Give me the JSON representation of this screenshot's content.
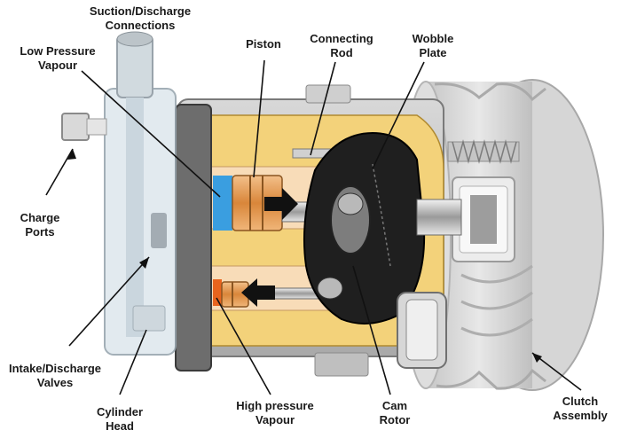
{
  "labels": {
    "suction_discharge": [
      "Suction/Discharge",
      "Connections"
    ],
    "low_pressure": [
      "Low Pressure",
      "Vapour"
    ],
    "piston": [
      "Piston"
    ],
    "connecting_rod": [
      "Connecting",
      "Rod"
    ],
    "wobble_plate": [
      "Wobble",
      "Plate"
    ],
    "charge_ports": [
      "Charge",
      "Ports"
    ],
    "intake_discharge": [
      "Intake/Discharge",
      "Valves"
    ],
    "cylinder_head": [
      "Cylinder",
      "Head"
    ],
    "high_pressure": [
      "High pressure",
      "Vapour"
    ],
    "cam_rotor": [
      "Cam",
      "Rotor"
    ],
    "clutch_assembly": [
      "Clutch",
      "Assembly"
    ]
  },
  "colors": {
    "low_pressure_fill": "#3a9ee0",
    "high_pressure_fill": "#e8641e",
    "piston_fill": "#e9a25a",
    "crankcase_fill": "#f3d27a",
    "chamber_fill": "#f8dcb8",
    "housing_fill": "#c9c9c9",
    "pulley_fill": "#d6d6d6",
    "wobble_fill": "#1f1f1f"
  }
}
